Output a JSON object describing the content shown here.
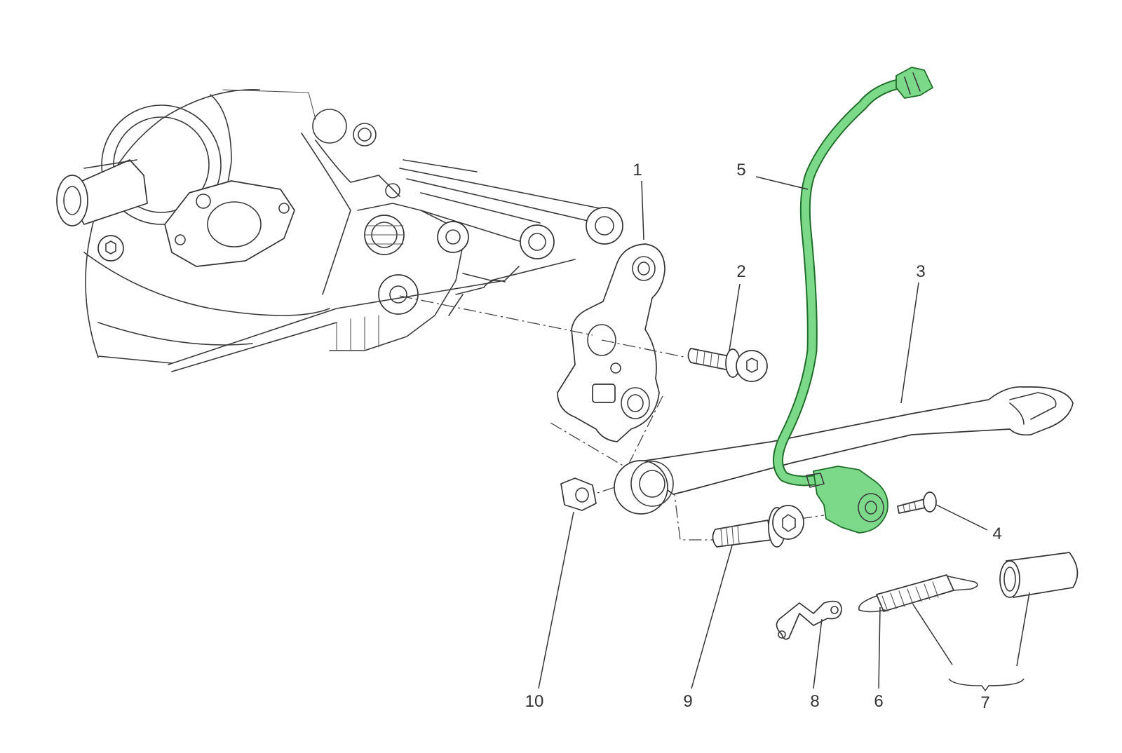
{
  "diagram": {
    "callouts": [
      {
        "id": "1",
        "text": "1"
      },
      {
        "id": "2",
        "text": "2"
      },
      {
        "id": "3",
        "text": "3"
      },
      {
        "id": "4",
        "text": "4"
      },
      {
        "id": "5",
        "text": "5"
      },
      {
        "id": "6",
        "text": "6"
      },
      {
        "id": "7",
        "text": "7"
      },
      {
        "id": "8",
        "text": "8"
      },
      {
        "id": "9",
        "text": "9"
      },
      {
        "id": "10",
        "text": "10"
      }
    ],
    "highlight_color": "#7cd98a",
    "highlight_outline": "#1f6e2a",
    "line_color": "#333333"
  }
}
